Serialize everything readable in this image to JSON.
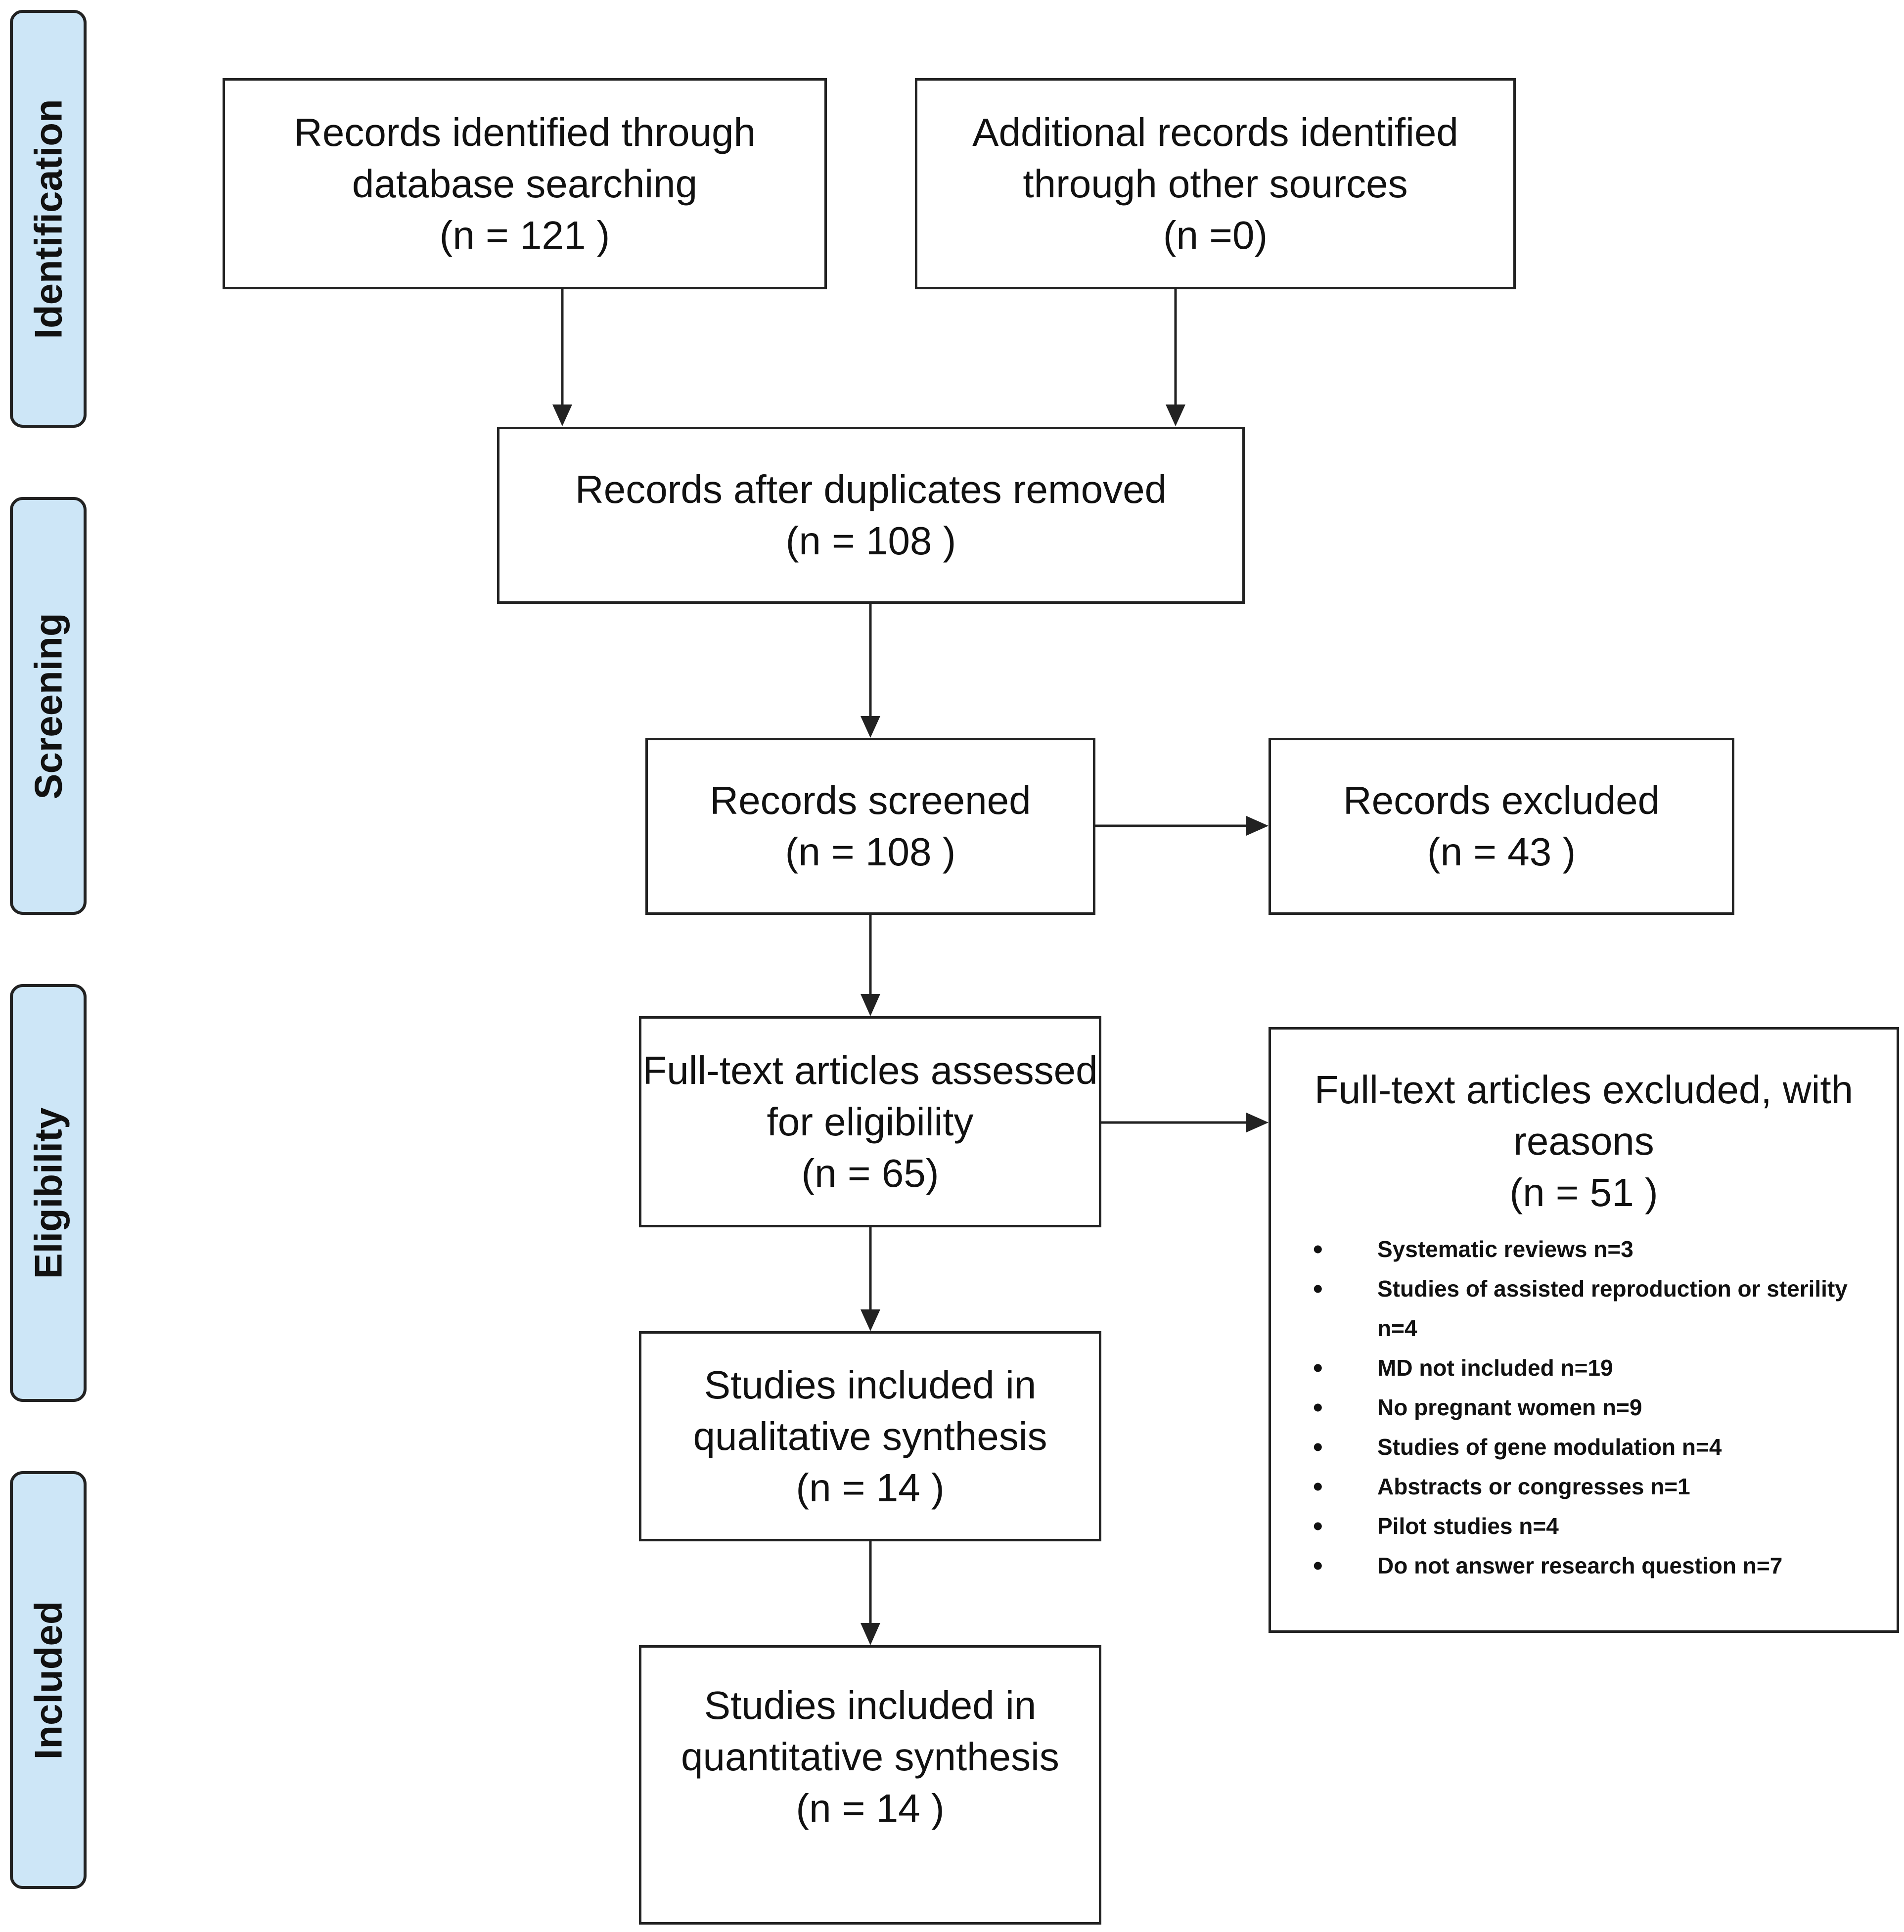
{
  "stages": {
    "identification": "Identification",
    "screening": "Screening",
    "eligibility": "Eligibility",
    "included": "Included"
  },
  "boxes": {
    "db_records": {
      "line1": "Records identified through",
      "line2": "database searching",
      "count": "(n = 121  )"
    },
    "other_records": {
      "line1": "Additional records identified",
      "line2": "through other sources",
      "count": "(n =0)"
    },
    "dedup": {
      "line1": "Records after duplicates removed",
      "count": "(n =  108 )"
    },
    "screened": {
      "line1": "Records screened",
      "count": "(n =  108 )"
    },
    "excluded": {
      "line1": "Records excluded",
      "count": "(n = 43  )"
    },
    "fulltext": {
      "line1": "Full-text articles assessed",
      "line2": "for eligibility",
      "count": "(n =  65)"
    },
    "fulltext_excluded": {
      "line1": "Full-text articles excluded, with",
      "line2": "reasons",
      "count": "(n =  51 )",
      "reasons": [
        "Systematic reviews n=3",
        "Studies of assisted reproduction or sterility n=4",
        "MD not included n=19",
        "No pregnant women n=9",
        "Studies of gene modulation n=4",
        "Abstracts or congresses n=1",
        "Pilot studies n=4",
        "Do not answer research question n=7"
      ]
    },
    "qualitative": {
      "line1": "Studies included in",
      "line2": "qualitative synthesis",
      "count": "(n = 14  )"
    },
    "quantitative": {
      "line1": "Studies included in",
      "line2": "quantitative synthesis",
      "count": "(n =  14 )"
    }
  }
}
